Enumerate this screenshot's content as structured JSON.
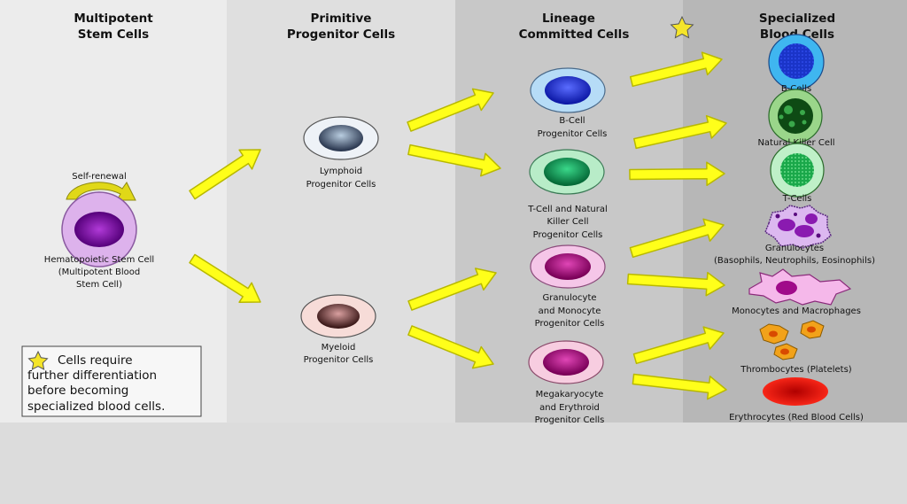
{
  "columns": [
    {
      "title_line1": "Multipotent",
      "title_line2": "Stem Cells"
    },
    {
      "title_line1": "Primitive",
      "title_line2": "Progenitor Cells"
    },
    {
      "title_line1": "Lineage",
      "title_line2": "Committed Cells"
    },
    {
      "title_line1": "Specialized",
      "title_line2": "Blood Cells"
    }
  ],
  "stem": {
    "self_renewal": "Self-renewal",
    "label": [
      "Hematopoietic Stem Cell",
      "(Multipotent Blood",
      "Stem Cell)"
    ]
  },
  "progenitors": {
    "lymphoid": [
      "Lymphoid",
      "Progenitor Cells"
    ],
    "myeloid": [
      "Myeloid",
      "Progenitor Cells"
    ]
  },
  "committed": {
    "bcell": [
      "B-Cell",
      "Progenitor Cells"
    ],
    "tcell": [
      "T-Cell and Natural",
      "Killer Cell",
      "Progenitor Cells"
    ],
    "granulocyte": [
      "Granulocyte",
      "and Monocyte",
      "Progenitor Cells"
    ],
    "megakaryocyte": [
      "Megakaryocyte",
      "and  Erythroid",
      "Progenitor Cells"
    ]
  },
  "specialized": {
    "bcells": "B-Cells",
    "nk": "Natural Killer Cell",
    "tcells": "T-Cells",
    "granulocytes": [
      "Granulocytes",
      "(Basophils, Neutrophils, Eosinophils)"
    ],
    "monocytes": "Monocytes and Macrophages",
    "thrombocytes": "Thrombocytes (Platelets)",
    "erythrocytes": "Erythrocytes (Red Blood Cells)"
  },
  "note": [
    "Cells require",
    "further differentiation",
    "before becoming",
    "specialized blood cells."
  ],
  "colors": {
    "arrow": "#ffff1a",
    "arrow_outline": "#b8b800",
    "star": "#f5e52a",
    "stem_cell": "#7a0aa8",
    "bcell": "#1f32d6",
    "tcell": "#0c8f52",
    "granulocyte": "#a5067c",
    "erythrocyte": "#e80b0b"
  }
}
